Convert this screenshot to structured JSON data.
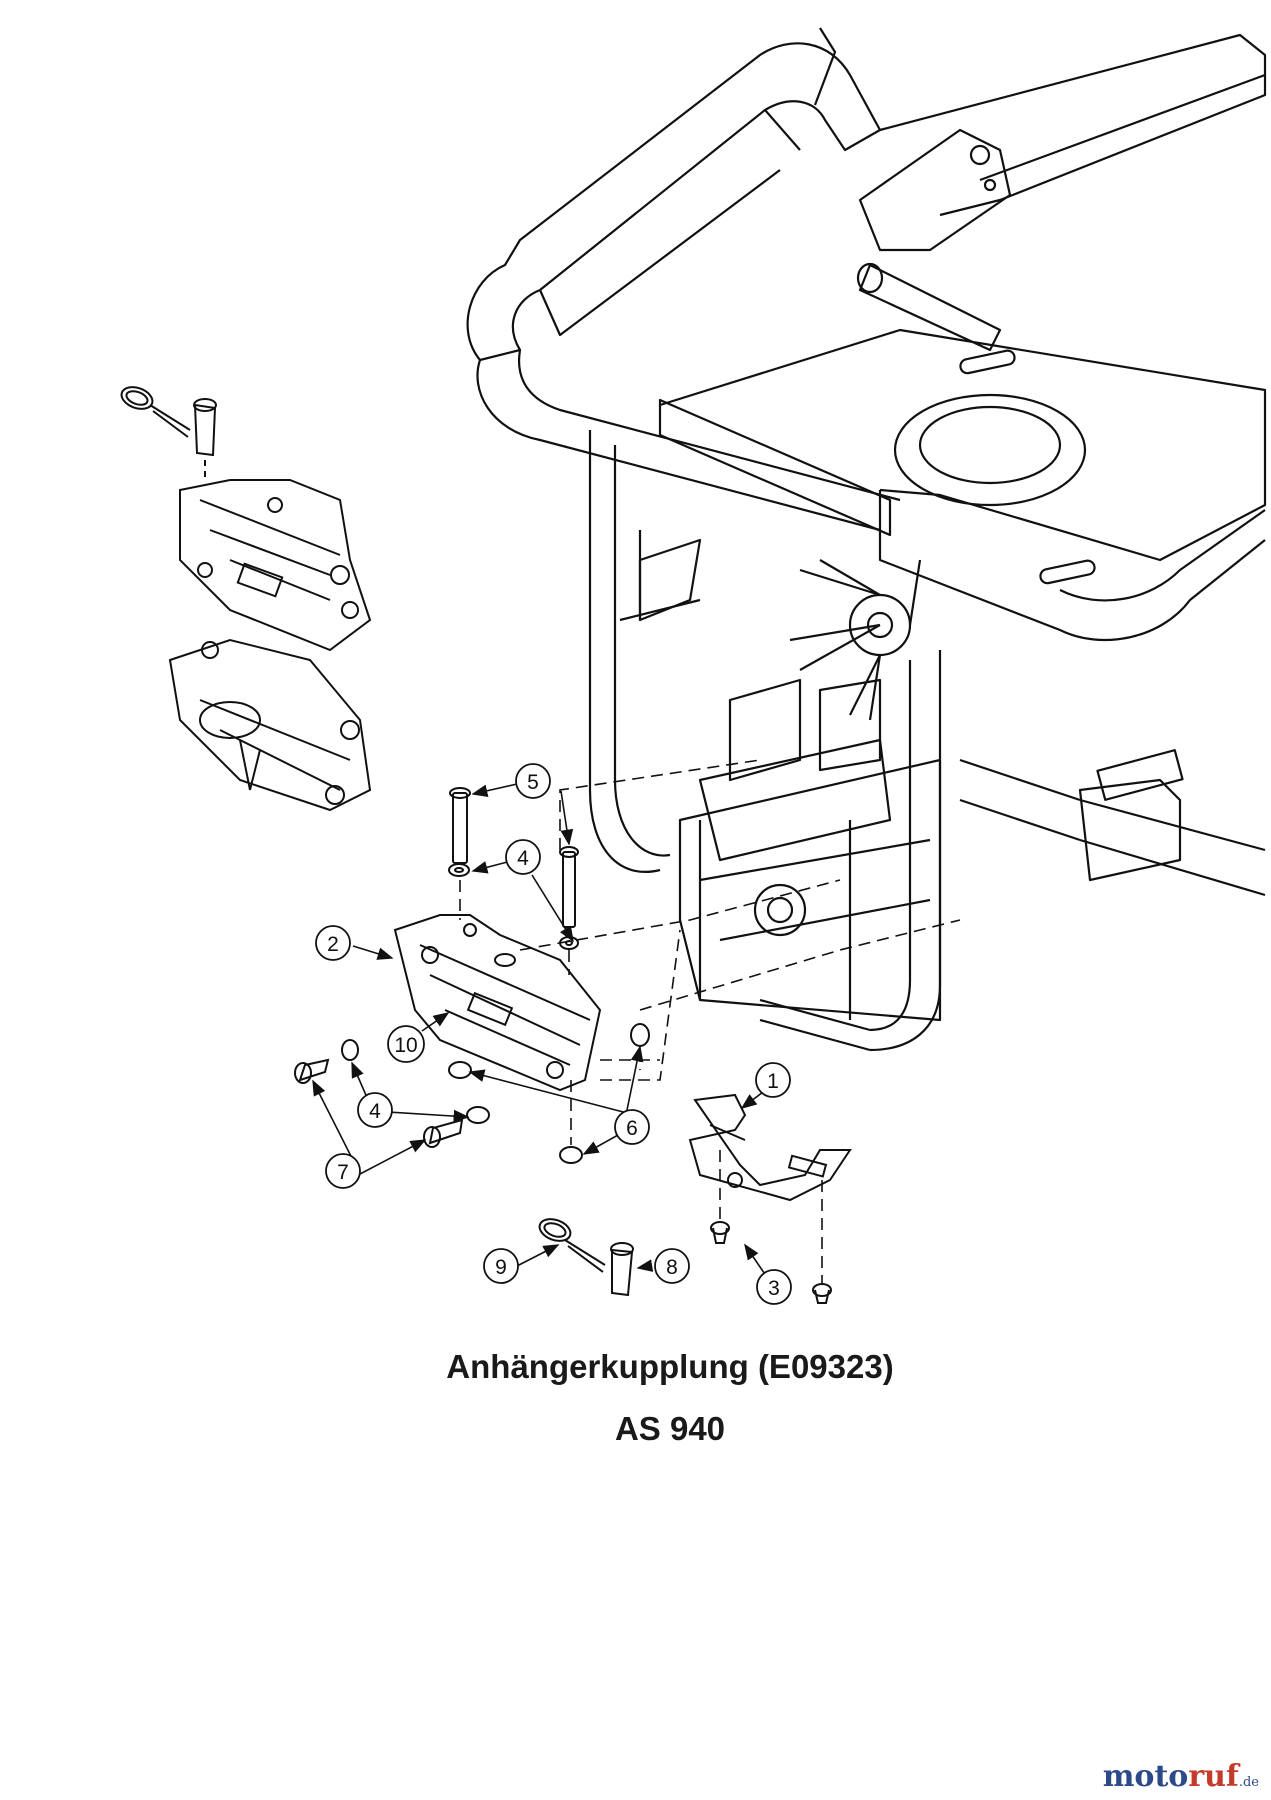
{
  "title": {
    "line1": "Anhängerkupplung (E09323)",
    "line2": "AS 940"
  },
  "brand": {
    "part_a": "moto",
    "part_b": "ruf",
    "part_c": ".de",
    "colors": {
      "blue": "#2c4a8a",
      "red": "#c43a2b"
    }
  },
  "callouts": [
    {
      "id": "c1",
      "label": "1"
    },
    {
      "id": "c2",
      "label": "2"
    },
    {
      "id": "c3",
      "label": "3"
    },
    {
      "id": "c4a",
      "label": "4"
    },
    {
      "id": "c4b",
      "label": "4"
    },
    {
      "id": "c5",
      "label": "5"
    },
    {
      "id": "c6",
      "label": "6"
    },
    {
      "id": "c7",
      "label": "7"
    },
    {
      "id": "c8",
      "label": "8"
    },
    {
      "id": "c9",
      "label": "9"
    },
    {
      "id": "c10",
      "label": "10"
    }
  ]
}
